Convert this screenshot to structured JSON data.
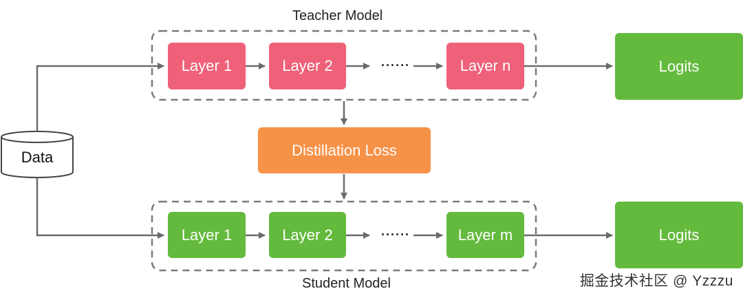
{
  "teacher": {
    "title": "Teacher Model",
    "layers": [
      "Layer 1",
      "Layer 2",
      "Layer n"
    ],
    "ellipsis": "······",
    "output": "Logits"
  },
  "student": {
    "title": "Student Model",
    "layers": [
      "Layer 1",
      "Layer 2",
      "Layer m"
    ],
    "ellipsis": "······",
    "output": "Logits"
  },
  "loss": "Distillation Loss",
  "input": "Data",
  "watermark": "掘金技术社区 @ Yzzzu",
  "colors": {
    "teacher_layer": "#ef6079",
    "student_layer": "#63ba3c",
    "logits": "#63ba3c",
    "loss": "#f69247",
    "connector": "#6b6b6b",
    "dashed_border": "#7a7a7a"
  }
}
